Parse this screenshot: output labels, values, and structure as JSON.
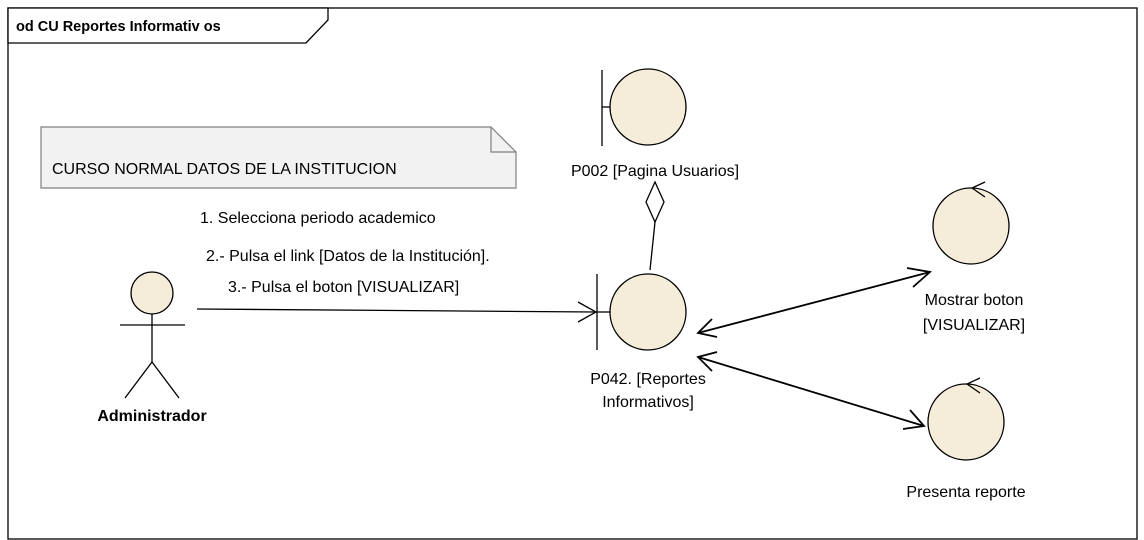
{
  "diagram": {
    "frame_title": "od CU Reportes Informativ os",
    "note": "CURSO NORMAL DATOS DE LA INSTITUCION",
    "actor": {
      "name": "Administrador"
    },
    "boundary_top": {
      "label": "P002 [Pagina Usuarios]"
    },
    "boundary_main": {
      "label_line1": "P042. [Reportes",
      "label_line2": "Informativos]"
    },
    "control_visualizar": {
      "label_line1": "Mostrar boton",
      "label_line2": "[VISUALIZAR]"
    },
    "control_presenta": {
      "label": "Presenta reporte"
    },
    "messages": [
      "1. Selecciona periodo academico",
      "2.- Pulsa el link [Datos de la Institución].",
      "3.- Pulsa el boton [VISUALIZAR]"
    ],
    "colors": {
      "shape_fill": "#f5ecd9",
      "note_fill": "#f2f2f2",
      "frame_fill": "#ffffff",
      "line": "#000000"
    }
  }
}
